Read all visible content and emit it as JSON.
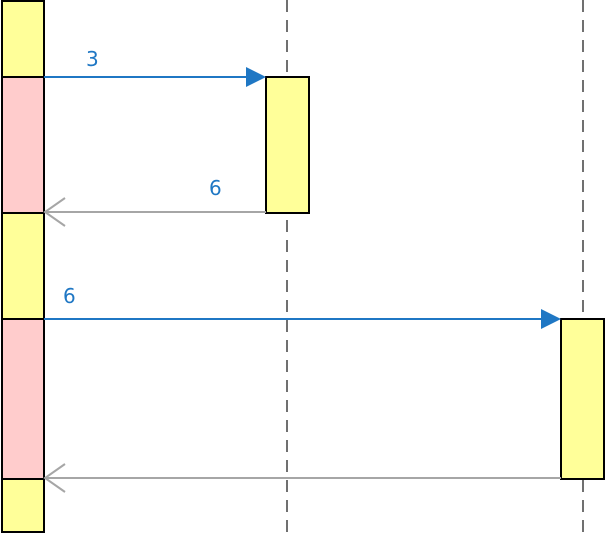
{
  "colors": {
    "activation_fill": "#ffff99",
    "blocked_fill": "#ffcccc",
    "outline": "#000000",
    "call_arrow": "#1f77c4",
    "return_arrow": "#a6a6a6",
    "label": "#1f77c4",
    "lifeline": "#404040"
  },
  "messages": [
    {
      "label": "3",
      "kind": "call"
    },
    {
      "label": "6",
      "kind": "return"
    },
    {
      "label": "6",
      "kind": "call"
    },
    {
      "label": "",
      "kind": "return"
    }
  ]
}
